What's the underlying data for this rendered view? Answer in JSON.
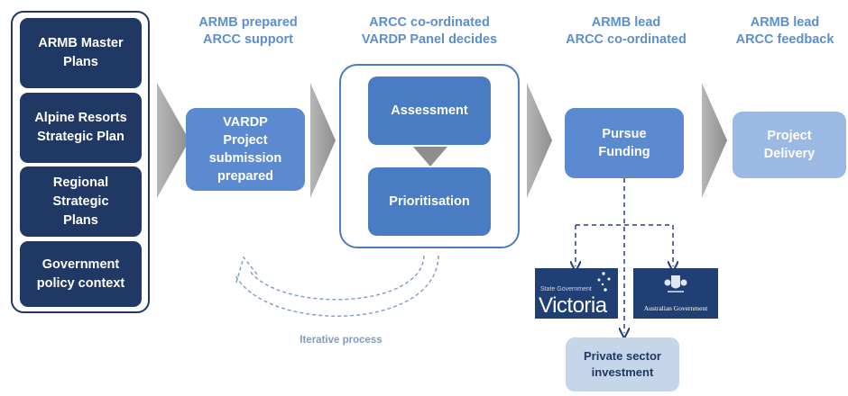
{
  "inputs": {
    "master_plans": "ARMB Master Plans",
    "alpine_plan": "Alpine Resorts Strategic Plan",
    "regional_plans": "Regional Strategic Plans",
    "policy_context": "Government policy context"
  },
  "stages": [
    {
      "header_line1": "ARMB prepared",
      "header_line2": "ARCC support",
      "box": "VARDP Project submission prepared"
    },
    {
      "header_line1": "ARCC co-ordinated",
      "header_line2": "VARDP Panel decides",
      "box_top": "Assessment",
      "box_bottom": "Prioritisation"
    },
    {
      "header_line1": "ARMB lead",
      "header_line2": "ARCC co-ordinated",
      "box": "Pursue Funding"
    },
    {
      "header_line1": "ARMB lead",
      "header_line2": "ARCC feedback",
      "box": "Project Delivery"
    }
  ],
  "iterative_label": "Iterative process",
  "funding": {
    "vic_logo_small": "State Government",
    "vic_logo_big": "Victoria",
    "aus_logo_text": "Australian Government",
    "private_sector": "Private sector investment"
  },
  "colors": {
    "navy": "#1f3864",
    "header_blue": "#5b8fcf",
    "mid_blue": "#5b8ad1",
    "dark_blue": "#4a7cc4",
    "light_blue": "#9bb9e2",
    "chevron_gray": "#a6a6a6",
    "logo_navy": "#203f74"
  }
}
